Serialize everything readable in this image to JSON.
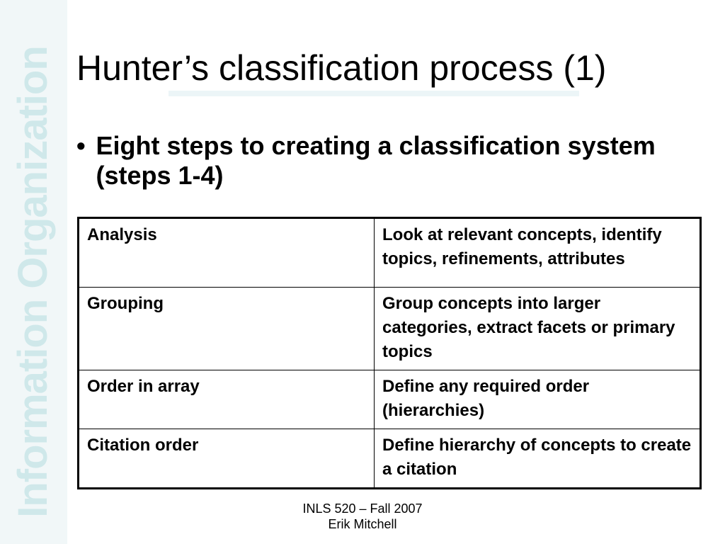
{
  "sidebar": {
    "vertical_text": "Information Organization"
  },
  "slide": {
    "title": "Hunter’s classification process (1)",
    "bullet": {
      "marker": "•",
      "text": "Eight steps to creating a classification system (steps 1-4)"
    }
  },
  "table": {
    "rows": [
      {
        "step": "Analysis",
        "description": "Look at relevant concepts, identify topics, refinements, attributes"
      },
      {
        "step": "Grouping",
        "description": "Group concepts into larger categories, extract facets or primary topics"
      },
      {
        "step": "Order in array",
        "description": "Define any required order (hierarchies)"
      },
      {
        "step": "Citation order",
        "description": "Define hierarchy of concepts to create a citation"
      }
    ]
  },
  "footer": {
    "line1": "INLS 520 – Fall 2007",
    "line2": "Erik Mitchell"
  },
  "colors": {
    "side_band": "#f1f7f8",
    "side_text": "#cfe8ea",
    "title_underline": "#ecf5f7"
  }
}
